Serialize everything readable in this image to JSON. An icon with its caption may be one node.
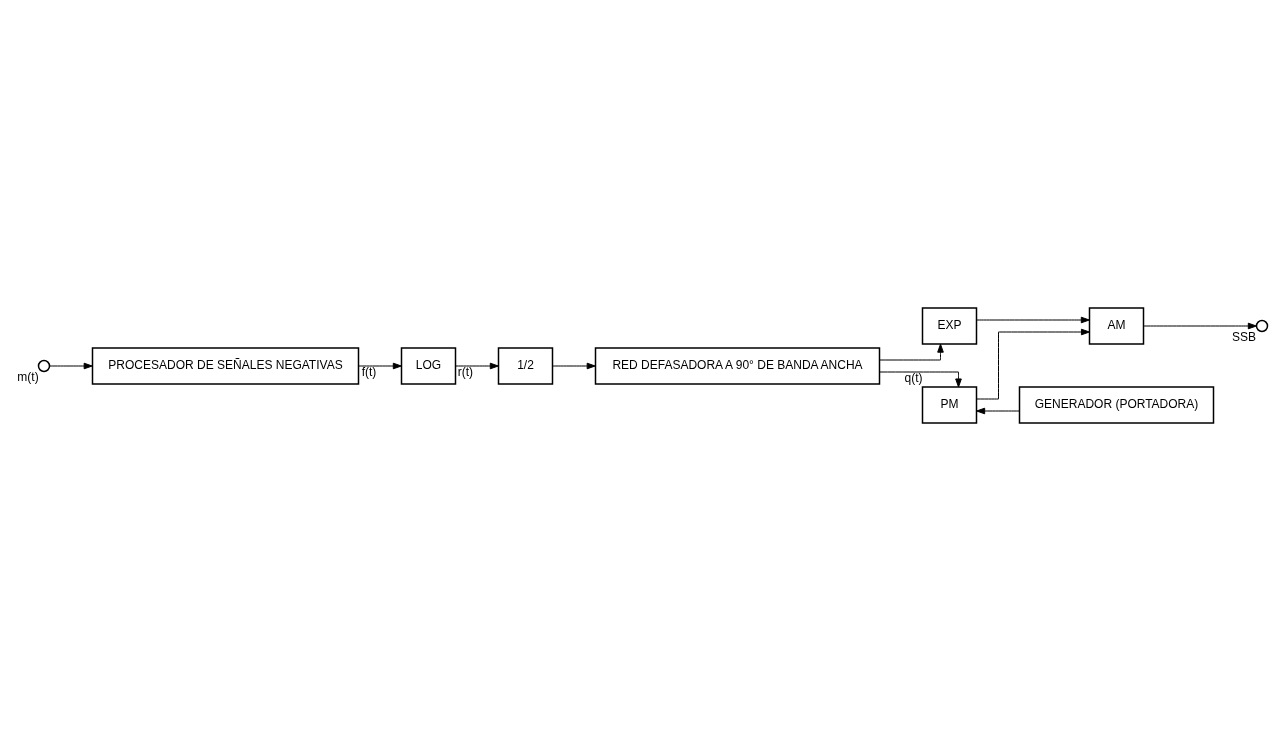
{
  "diagram": {
    "nodes": [
      {
        "text": [],
        "shape": "circle",
        "beside": [
          "m(t)"
        ]
      },
      {
        "text": [
          "PROCESADOR DE SEÑALES NEGATIVAS"
        ]
      },
      {
        "text": [
          "LOG"
        ]
      },
      {
        "text": [
          "1/2"
        ]
      },
      {
        "text": [
          "RED DEFASADORA A 90° DE BANDA ANCHA"
        ]
      },
      {
        "text": [
          "EXP"
        ]
      },
      {
        "text": [
          "AM"
        ]
      },
      {
        "text": [],
        "shape": "circle",
        "beside": [
          "SSB"
        ]
      },
      {
        "text": [
          "PM"
        ]
      },
      {
        "text": [
          "GENERADOR (PORTADORA)"
        ]
      }
    ],
    "edges": [
      {
        "from": 0,
        "to": 1,
        "arrow": "to"
      },
      {
        "from": 1,
        "to": 2,
        "arrow": "to",
        "label": "f(t)"
      },
      {
        "from": 2,
        "to": 3,
        "arrow": "to",
        "label": "r(t)"
      },
      {
        "from": 3,
        "to": 4,
        "arrow": "to"
      },
      {
        "from": 4,
        "to": 5,
        "arrow": "to"
      },
      {
        "from": 5,
        "to": 6,
        "arrow": "to"
      },
      {
        "from": 6,
        "to": 7,
        "arrow": "to"
      },
      {
        "from": 4,
        "to": 8,
        "arrow": "to",
        "label": "q(t)"
      },
      {
        "from": 9,
        "to": 8,
        "arrow": "to"
      },
      {
        "from": 8,
        "to": 6,
        "arrow": "to"
      }
    ]
  }
}
